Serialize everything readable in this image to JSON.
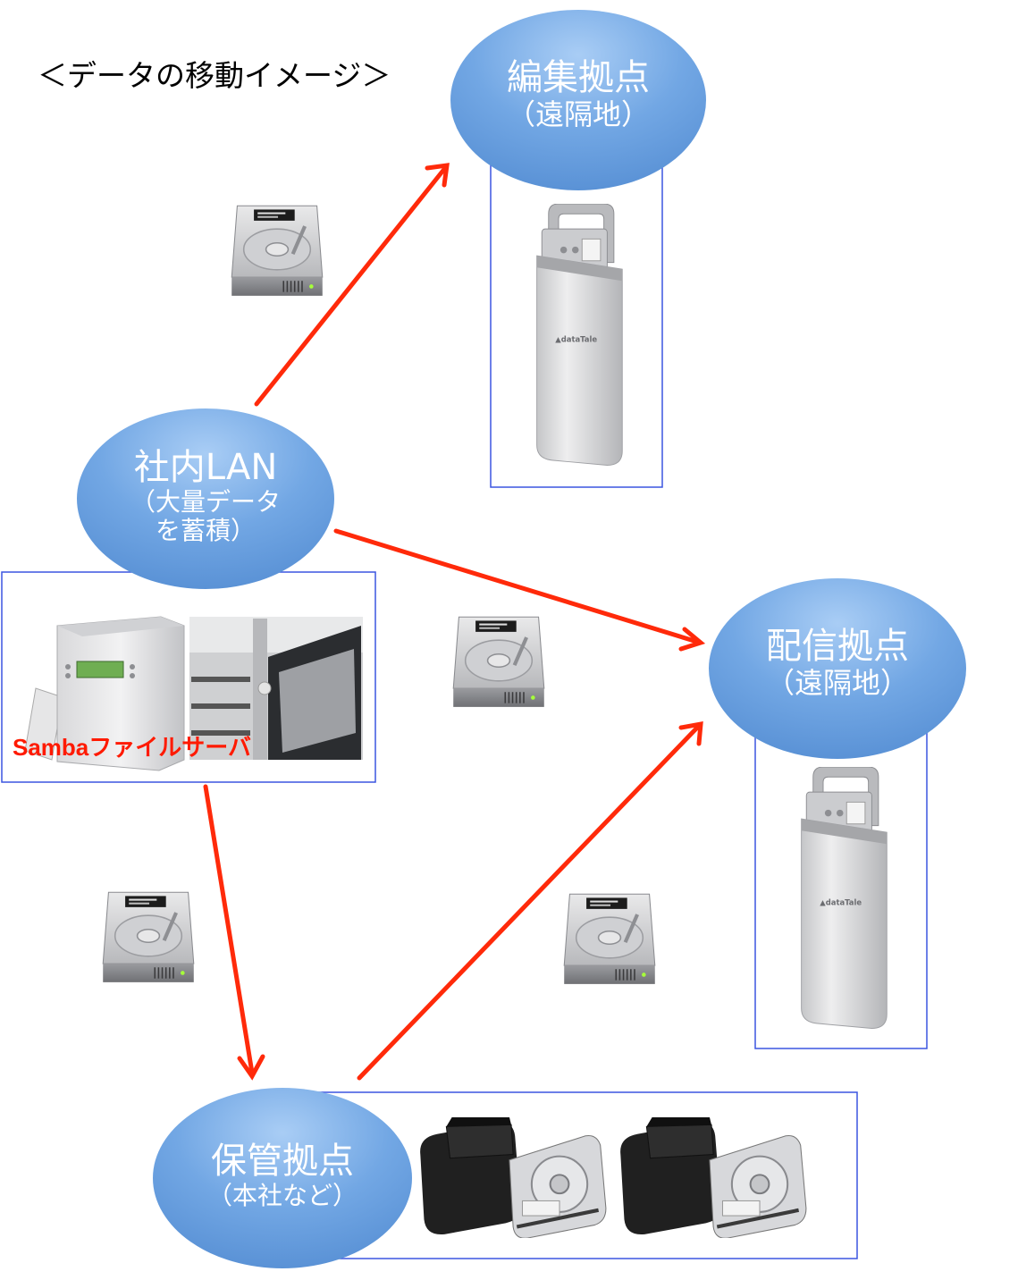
{
  "title": "＜データの移動イメージ＞",
  "nodes": {
    "lan": {
      "main": "社内LAN",
      "sub1": "（大量データ",
      "sub2": "を蓄積）"
    },
    "edit": {
      "main": "編集拠点",
      "sub": "（遠隔地）"
    },
    "delivery": {
      "main": "配信拠点",
      "sub": "（遠隔地）"
    },
    "storage": {
      "main": "保管拠点",
      "sub": "（本社など）"
    }
  },
  "server_label": "Sambaファイルサーバ",
  "device_brand": "dataTale",
  "colors": {
    "node_fill": "#6aa2e2",
    "arrow": "#ff2a0a",
    "frame": "#3b55e0",
    "label_red": "#ff1a00"
  },
  "icons": [
    "hard-disk-icon",
    "portable-drive-icon",
    "raid-server-icon",
    "hdd-case-icon"
  ]
}
